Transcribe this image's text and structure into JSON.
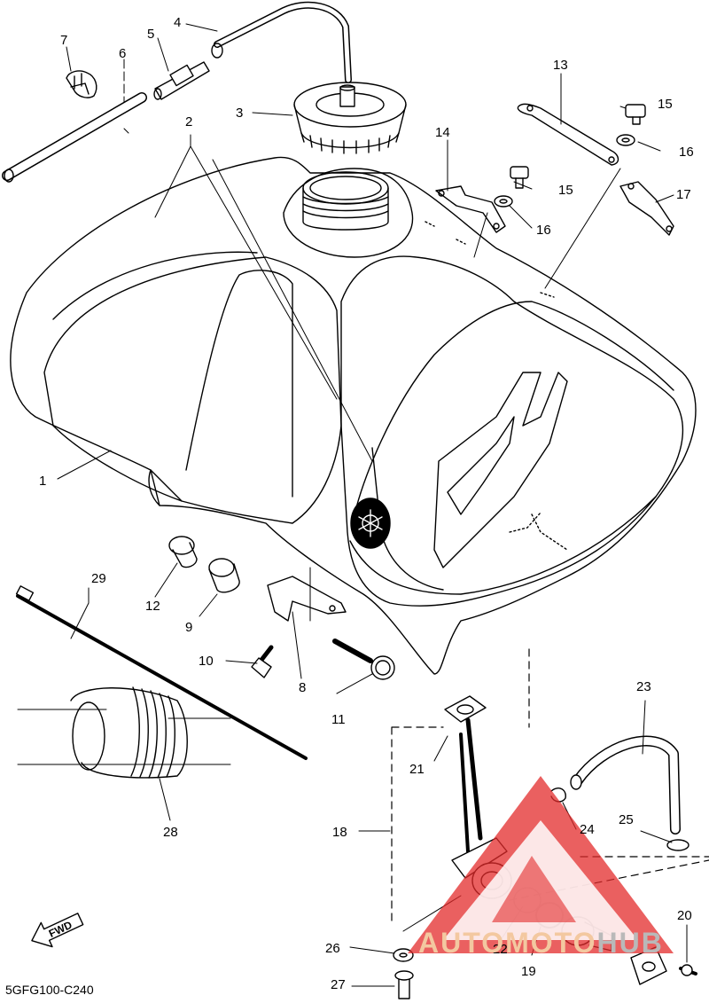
{
  "labels": {
    "l1": "1",
    "l2": "2",
    "l3": "3",
    "l4": "4",
    "l5": "5",
    "l6": "6",
    "l7": "7",
    "l8": "8",
    "l9": "9",
    "l10": "10",
    "l11": "11",
    "l12": "12",
    "l13": "13",
    "l14": "14",
    "l15a": "15",
    "l15b": "15",
    "l16a": "16",
    "l16b": "16",
    "l17": "17",
    "l18": "18",
    "l19": "19",
    "l20": "20",
    "l21": "21",
    "l22": "22",
    "l23": "23",
    "l24": "24",
    "l25": "25",
    "l26": "26",
    "l27": "27",
    "l28": "28",
    "l29": "29"
  },
  "fwd_label": "FWD",
  "diagram_code": "5GFG100-C240",
  "watermark": {
    "part1": "AUTOMOTO",
    "part2": "HUB",
    "color_red": "#e32b2b",
    "color_orange": "#f3b27a"
  },
  "icons": {
    "fwd": "fwd-arrow-icon",
    "logo": "yamaha-tuning-fork-icon"
  }
}
